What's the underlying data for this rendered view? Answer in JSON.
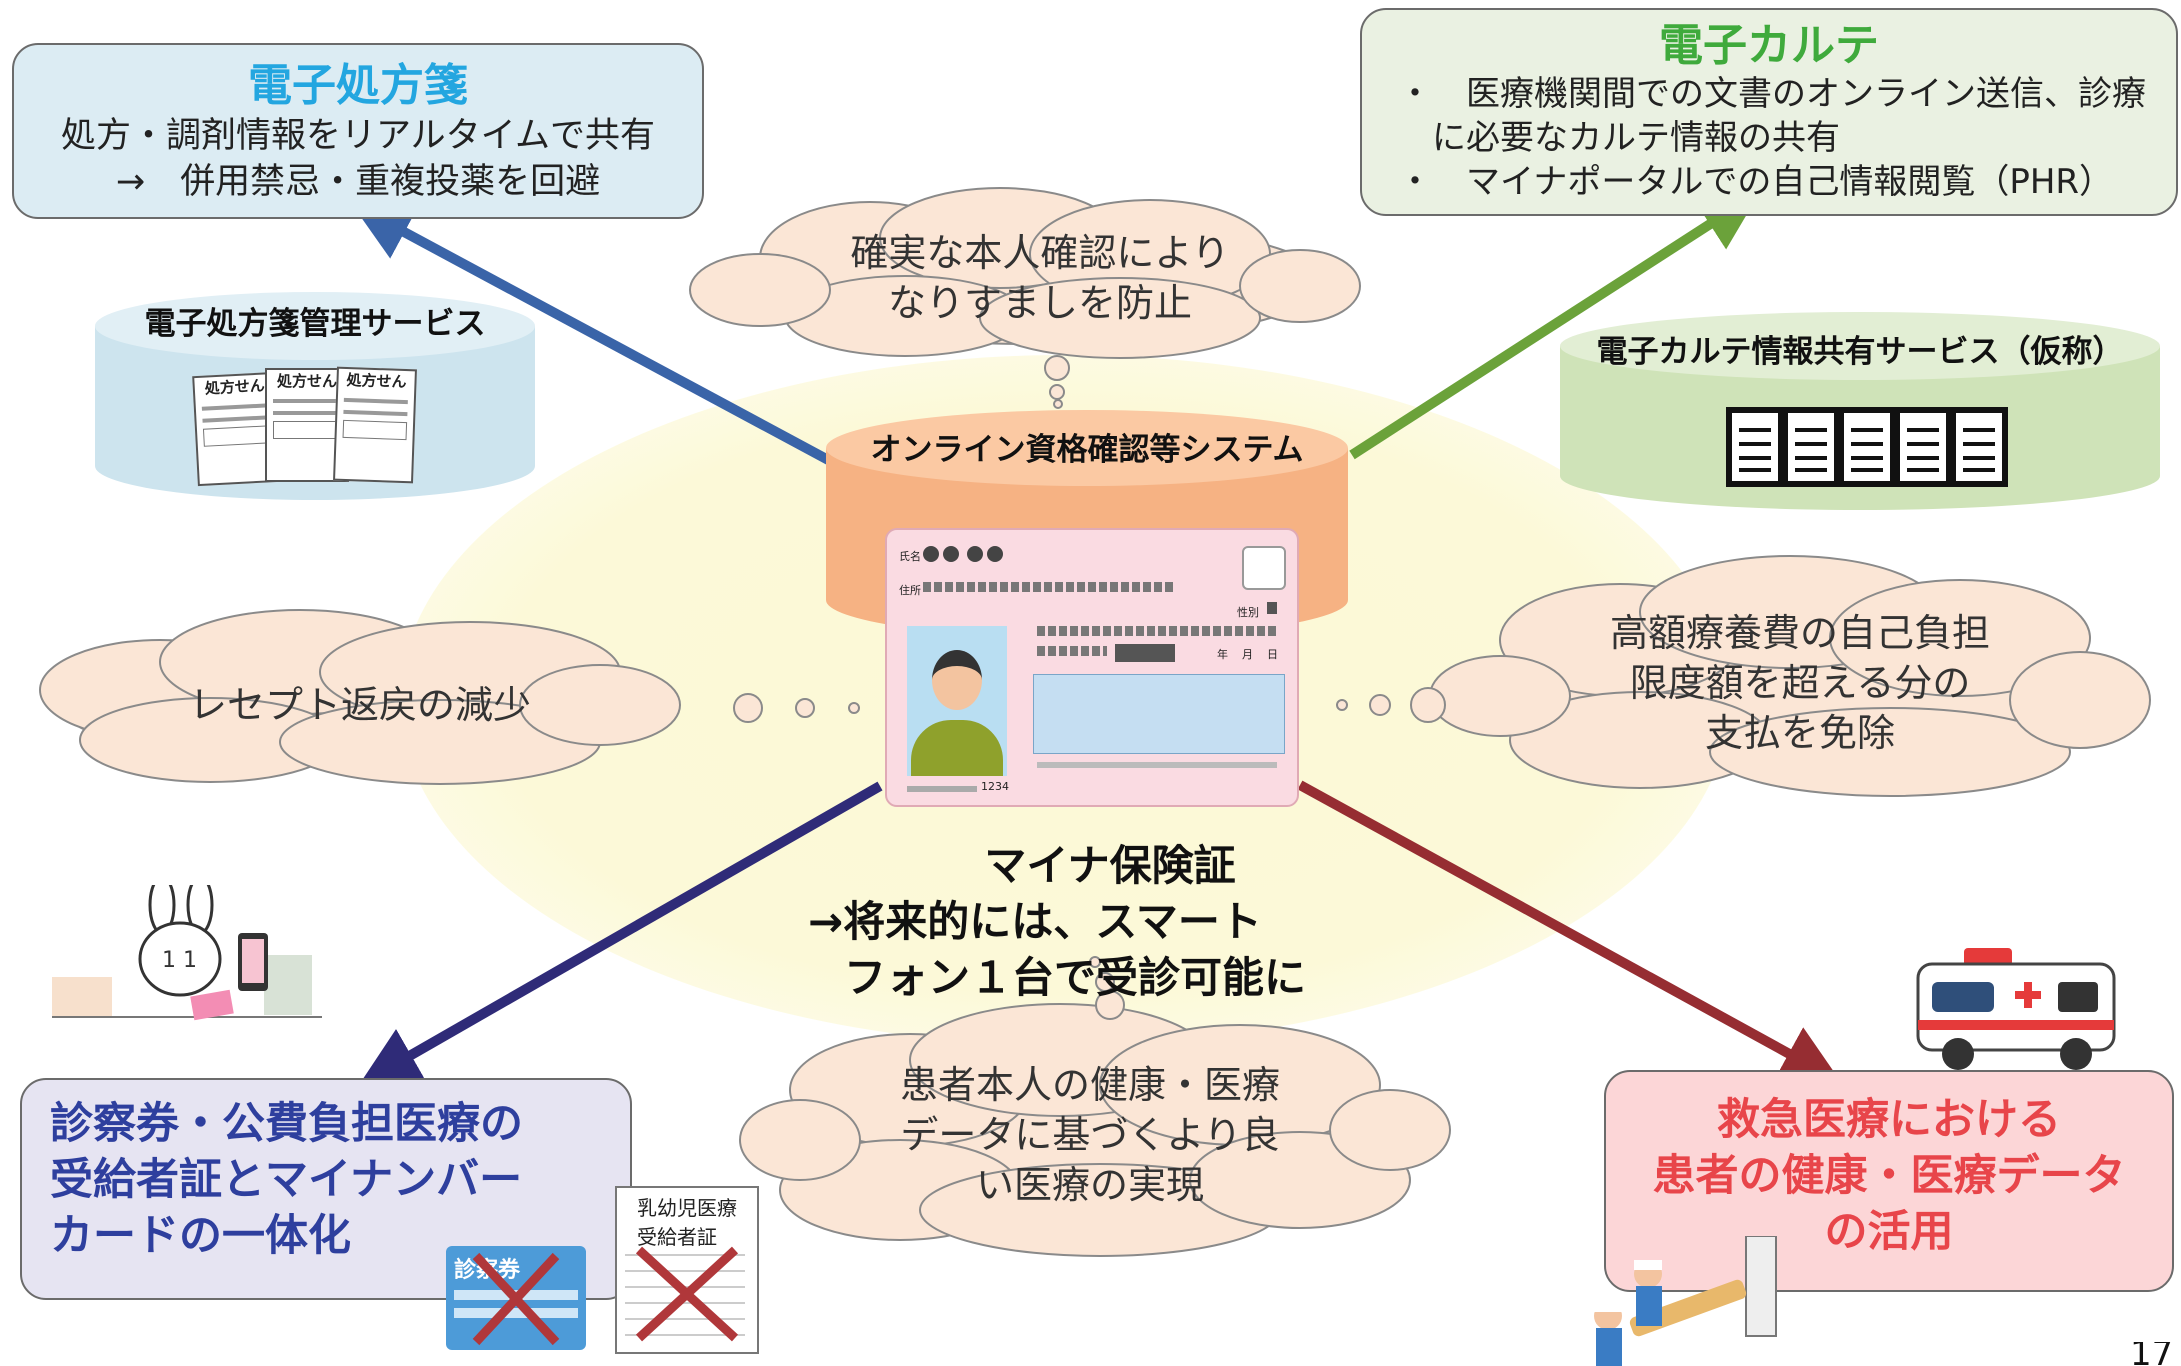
{
  "colors": {
    "rx_box_bg": "#dcecf3",
    "rx_title": "#23a6e0",
    "emr_box_bg": "#eaf1e2",
    "emr_title": "#3faa3c",
    "ticket_box_bg": "#e6e4f2",
    "ticket_title": "#2e3f9e",
    "emergency_box_bg": "#fcd6d7",
    "emergency_title": "#e8454a",
    "blue_arrow": "#3a64a8",
    "green_arrow": "#6ba23a",
    "navy_arrow": "#2f2b78",
    "red_arrow": "#962d32",
    "cloud_fill": "#fbe6d6",
    "system_cylinder": "#f8b98b",
    "center_glow": "#fbf8d0"
  },
  "rx_box": {
    "title": "電子処方箋",
    "line1": "処方・調剤情報をリアルタイムで共有",
    "line2": "→　併用禁忌・重複投薬を回避"
  },
  "emr_box": {
    "title": "電子カルテ",
    "bullet1a": "・　医療機関間での文書のオンライン送信、診療",
    "bullet1b": "に必要なカルテ情報の共有",
    "bullet2": "・　マイナポータルでの自己情報閲覧（PHR）"
  },
  "rx_service": {
    "label": "電子処方箋管理サービス",
    "sheet_label": "処方せん",
    "icon": "prescription-sheets-icon"
  },
  "emr_service": {
    "label": "電子カルテ情報共有サービス（仮称）",
    "icon": "document-stack-icon"
  },
  "system": {
    "label": "オンライン資格確認等システム"
  },
  "card": {
    "name_label": "氏名",
    "address_label": "住所",
    "sex_label": "性別",
    "year_label": "年",
    "month_label": "月",
    "day_label": "日",
    "number": "1234",
    "icon": "my-number-card-icon"
  },
  "clouds": {
    "top_line1": "確実な本人確認により",
    "top_line2": "なりすましを防止",
    "left": "レセプト返戻の減少",
    "right_line1": "高額療養費の自己負担",
    "right_line2": "限度額を超える分の",
    "right_line3": "支払を免除",
    "bottom_line1": "患者本人の健康・医療",
    "bottom_line2": "データに基づくより良",
    "bottom_line3": "い医療の実現"
  },
  "center_text": {
    "line1": "マイナ保険証",
    "line2": "→将来的には、スマート",
    "line3": "フォン１台で受診可能に"
  },
  "ticket_box": {
    "line1": "診察券・公費負担医療の",
    "line2": "受給者証とマイナンバー",
    "line3": "カードの一体化",
    "card1_label": "診察券",
    "card2_line1": "乳幼児医療",
    "card2_line2": "受給者証"
  },
  "emergency_box": {
    "line1": "救急医療における",
    "line2": "患者の健康・医療データ",
    "line3": "の活用",
    "icon": "ambulance-icon"
  },
  "page_number": "17"
}
